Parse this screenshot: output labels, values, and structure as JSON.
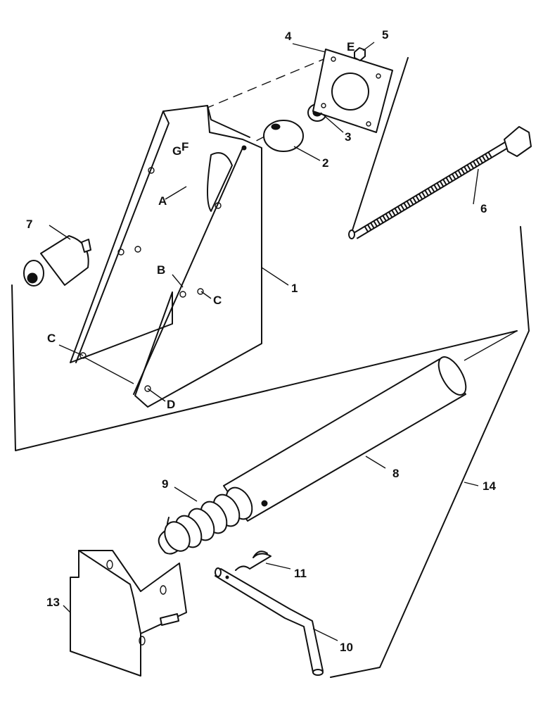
{
  "callouts": {
    "p1": "1",
    "p2": "2",
    "p3": "3",
    "p4": "4",
    "p5": "5",
    "p6": "6",
    "p7": "7",
    "p8": "8",
    "p9": "9",
    "p10": "10",
    "p11": "11",
    "p13": "13",
    "p14": "14"
  },
  "letters": {
    "A": "A",
    "B": "B",
    "C1": "C",
    "C2": "C",
    "D": "D",
    "E": "E",
    "F": "F",
    "G": "G"
  }
}
